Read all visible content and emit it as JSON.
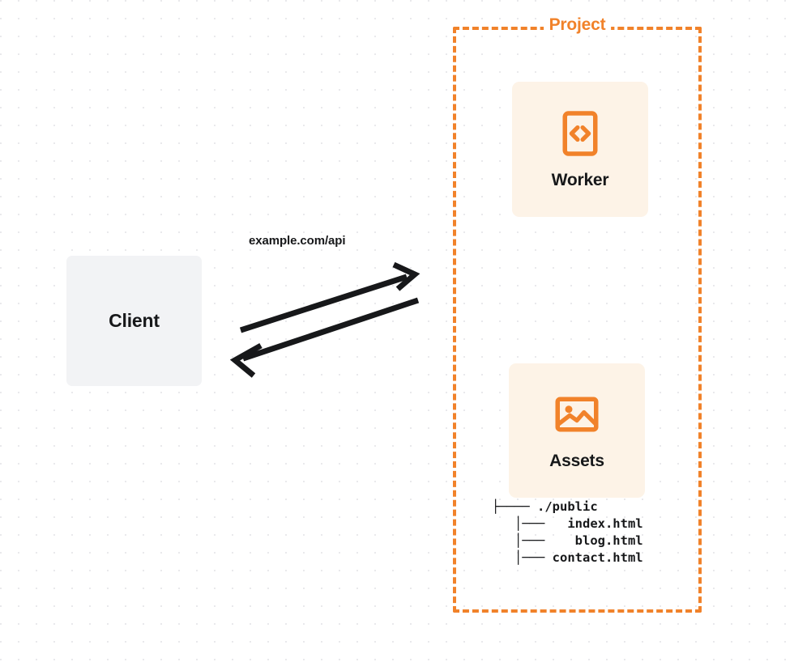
{
  "diagram": {
    "title": "Client to Project (Worker + Assets) request flow",
    "colors": {
      "accent_orange": "#F1822A",
      "card_cream": "#FDF3E7",
      "client_gray": "#F2F3F5",
      "text_dark": "#17181A",
      "grid_dot": "#E9E9EC",
      "background": "#FFFFFF"
    }
  },
  "client": {
    "label": "Client"
  },
  "connection": {
    "label": "example.com/api",
    "request_direction": "client-to-project",
    "response_direction": "project-to-client"
  },
  "project": {
    "title": "Project",
    "nodes": [
      {
        "label": "Worker",
        "icon": "code-brackets-icon"
      },
      {
        "label": "Assets",
        "icon": "image-icon"
      }
    ],
    "file_tree": [
      {
        "prefix": "├──── ",
        "name": "./public"
      },
      {
        "prefix": "   │───   ",
        "name": "index.html"
      },
      {
        "prefix": "   │───    ",
        "name": "blog.html"
      },
      {
        "prefix": "   │─── ",
        "name": "contact.html"
      }
    ],
    "file_tree_text": "├──── ./public\n   │───   index.html\n   │───    blog.html\n   │─── contact.html"
  }
}
